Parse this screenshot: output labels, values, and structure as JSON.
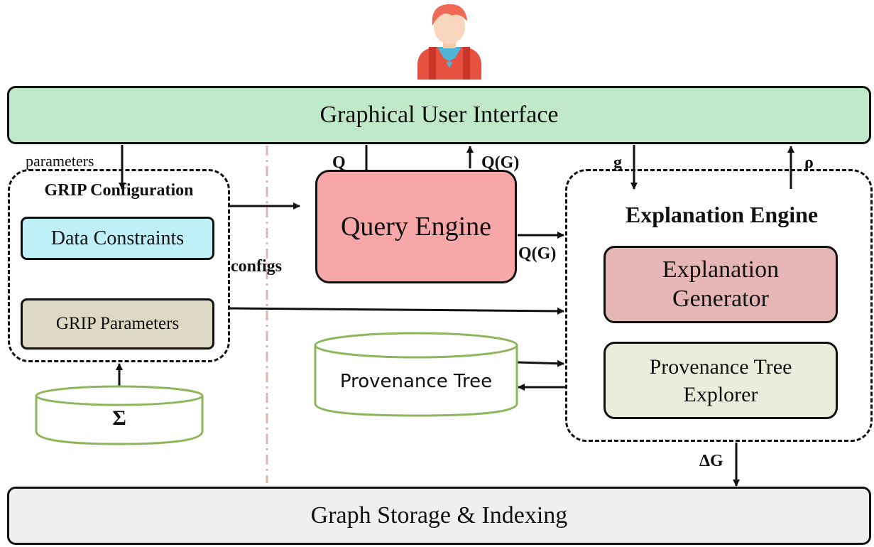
{
  "gui": {
    "label": "Graphical User Interface"
  },
  "storage": {
    "label": "Graph Storage & Indexing"
  },
  "grip": {
    "title": "GRIP Configuration",
    "data_constraints": "Data Constraints",
    "parameters": "GRIP Parameters"
  },
  "sigma": {
    "label": "Σ"
  },
  "query_engine": {
    "label": "Query Engine"
  },
  "provenance_tree": {
    "label": "Provenance Tree"
  },
  "explanation": {
    "title": "Explanation Engine",
    "generator_line1": "Explanation",
    "generator_line2": "Generator",
    "explorer_line1": "Provenance Tree",
    "explorer_line2": "Explorer"
  },
  "edges": {
    "parameters": "parameters",
    "configs": "configs",
    "q": "Q",
    "qg_up": "Q(G)",
    "qg_right": "Q(G)",
    "g": "g",
    "rho": "ρ",
    "delta_g": "ΔG"
  },
  "colors": {
    "gui": "#bfe9c9",
    "storage": "#efefef",
    "data_constraints": "#bff0f8",
    "grip_parameters": "#ddd8c3",
    "query_engine": "#f7a7a7",
    "explanation_generator": "#e6b6b6",
    "provenance_explorer": "#e8eedb",
    "cylinder_stroke": "#8db65a",
    "divider": "#e0b4b4"
  }
}
